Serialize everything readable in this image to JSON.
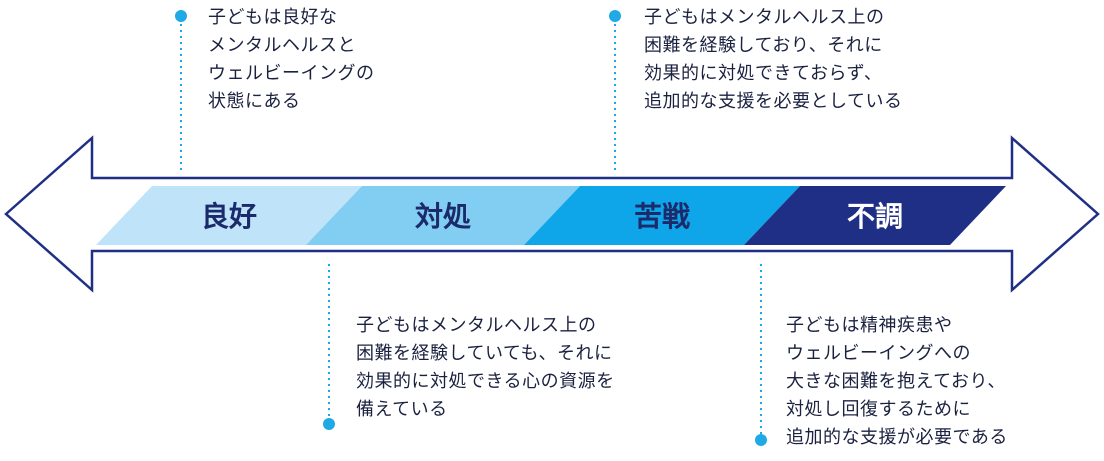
{
  "segments": [
    {
      "label": "良好",
      "color": "#bfe3f8",
      "text_color": "#1b2a6b"
    },
    {
      "label": "対処",
      "color": "#82cdf2",
      "text_color": "#1b2a6b"
    },
    {
      "label": "苦戦",
      "color": "#0ea5e9",
      "text_color": "#1b2a6b"
    },
    {
      "label": "不調",
      "color": "#1f2f86",
      "text_color": "#ffffff"
    }
  ],
  "notes": {
    "good": [
      "子どもは良好な",
      "メンタルヘルスと",
      "ウェルビーイングの",
      "状態にある"
    ],
    "struggling": [
      "子どもはメンタルヘルス上の",
      "困難を経験しており、それに",
      "効果的に対処できておらず、",
      "追加的な支援を必要としている"
    ],
    "coping": [
      "子どもはメンタルヘルス上の",
      "困難を経験していても、それに",
      "効果的に対処できる心の資源を",
      "備えている"
    ],
    "unwell": [
      "子どもは精神疾患や",
      "ウェルビーイングへの",
      "大きな困難を抱えており、",
      "対処し回復するために",
      "追加的な支援が必要である"
    ]
  },
  "colors": {
    "arrow_outline": "#1f2f86",
    "dot": "#1fa9e5",
    "text": "#1b2240"
  }
}
